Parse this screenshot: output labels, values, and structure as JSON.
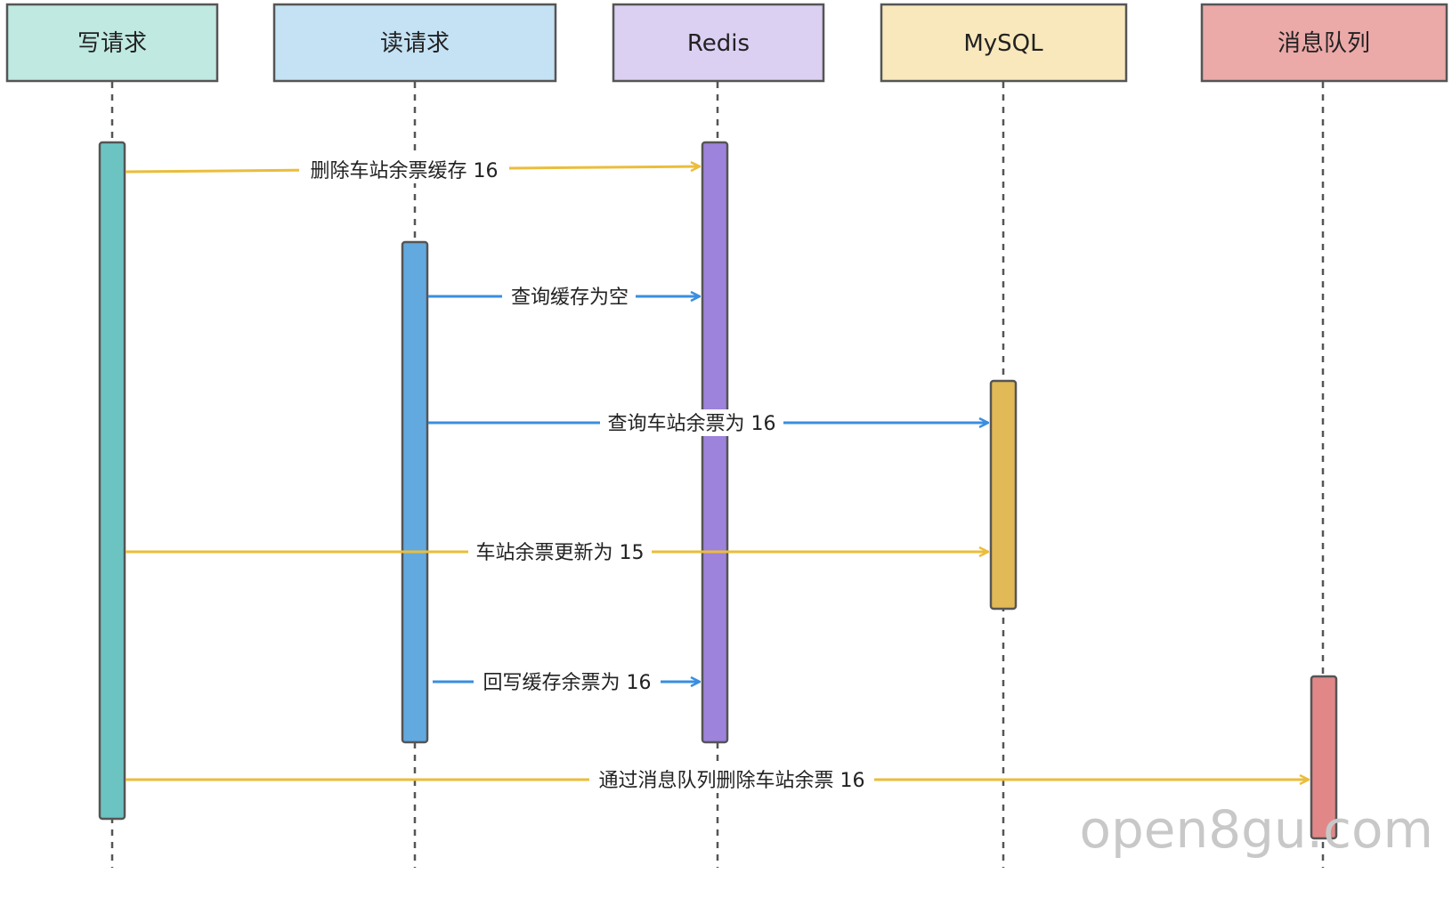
{
  "participants": [
    {
      "key": "write",
      "name": "写请求",
      "fill": "#bfe9e1",
      "bar": "#6cc4c2"
    },
    {
      "key": "read",
      "name": "读请求",
      "fill": "#c4e2f4",
      "bar": "#62a9df"
    },
    {
      "key": "redis",
      "name": "Redis",
      "fill": "#dbcff2",
      "bar": "#9d83db"
    },
    {
      "key": "mysql",
      "name": "MySQL",
      "fill": "#f8e8bc",
      "bar": "#e1b956"
    },
    {
      "key": "mq",
      "name": "消息队列",
      "fill": "#eba9a8",
      "bar": "#e18787"
    }
  ],
  "messages": [
    {
      "from": "write",
      "to": "redis",
      "text": "删除车站余票缓存 16",
      "color": "#ebbd3a"
    },
    {
      "from": "read",
      "to": "redis",
      "text": "查询缓存为空",
      "color": "#3a8ee0"
    },
    {
      "from": "read",
      "to": "mysql",
      "text": "查询车站余票为 16",
      "color": "#3a8ee0"
    },
    {
      "from": "write",
      "to": "mysql",
      "text": "车站余票更新为 15",
      "color": "#ebbd3a"
    },
    {
      "from": "read",
      "to": "redis",
      "text": "回写缓存余票为 16",
      "color": "#3a8ee0"
    },
    {
      "from": "write",
      "to": "mq",
      "text": "通过消息队列删除车站余票 16",
      "color": "#ebbd3a"
    }
  ],
  "watermark": "open8gu.com"
}
